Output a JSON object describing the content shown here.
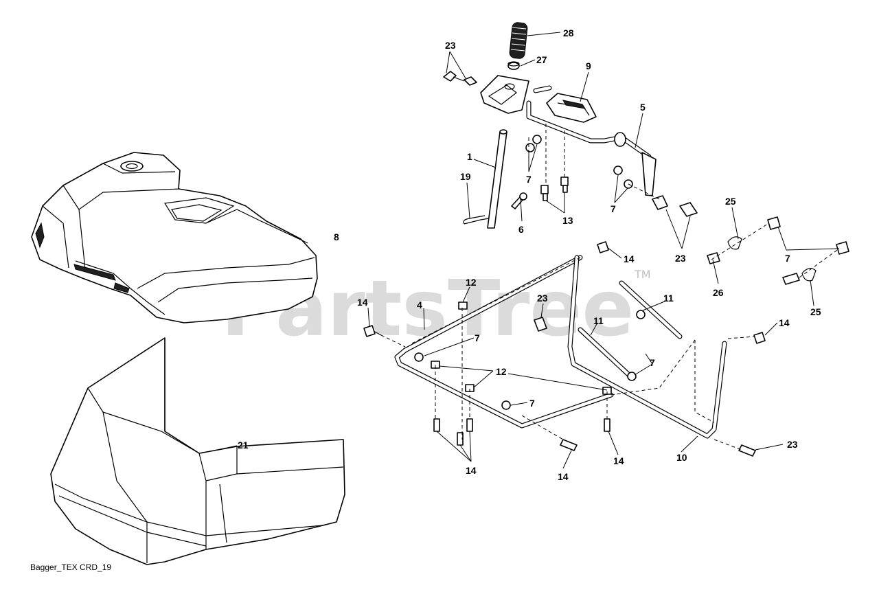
{
  "watermark": {
    "text": "PartsTree",
    "trademark": "TM"
  },
  "caption": "Bagger_TEX CRD_19",
  "callouts": {
    "c28": "28",
    "c27": "27",
    "c23a": "23",
    "c9": "9",
    "c5": "5",
    "c1": "1",
    "c19": "19",
    "c7a": "7",
    "c7b": "7",
    "c6": "6",
    "c13": "13",
    "c23b": "23",
    "c25a": "25",
    "c7c": "7",
    "c8": "8",
    "c14a": "14",
    "c26": "26",
    "c25b": "25",
    "c12a": "12",
    "c14b": "14",
    "c4": "4",
    "c23c": "23",
    "c11a": "11",
    "c11b": "11",
    "c7d": "7",
    "c14c": "14",
    "c7e": "7",
    "c12b": "12",
    "c7f": "7",
    "c21": "21",
    "c23d": "23",
    "c14d": "14",
    "c14e": "14",
    "c14f": "14",
    "c10": "10"
  }
}
